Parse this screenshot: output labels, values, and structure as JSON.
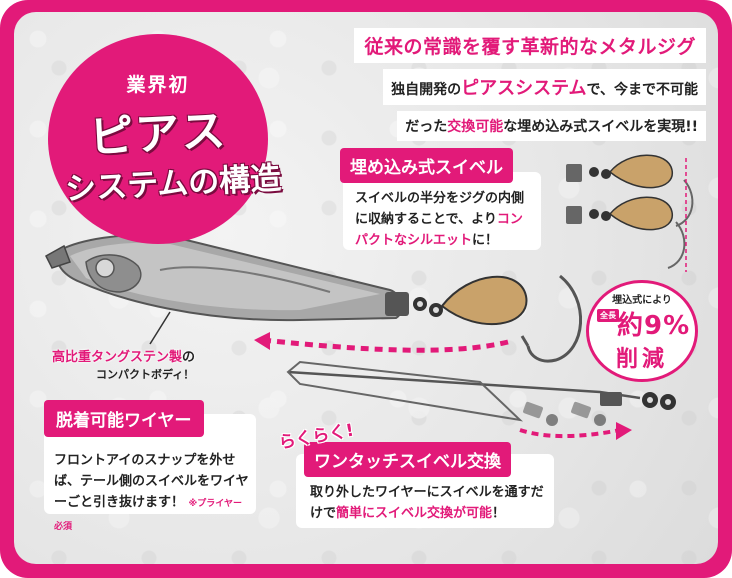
{
  "headline": {
    "line1": "従来の常識を覆す革新的なメタルジグ",
    "line2_pre": "独自開発の",
    "line2_hl": "ピアスシステム",
    "line2_post": "で、今まで不可能",
    "line3_pre": "だった",
    "line3_hl": "交換可能",
    "line3_post": "な埋め込み式スイベルを実現!!"
  },
  "circle": {
    "top": "業界初",
    "big1": "ピアス",
    "big2": "システムの構造"
  },
  "swivel_section": {
    "tag": "埋め込み式スイベル",
    "text_pre": "スイベルの半分をジグの内側に収納することで、より",
    "text_hl": "コンパクトなシルエット",
    "text_post": "に！"
  },
  "body_note": {
    "line1": "高比重タングステン製",
    "line1_suffix": "の",
    "line2": "コンパクトボディ！"
  },
  "wire_section": {
    "tag": "脱着可能ワイヤー",
    "text": "フロントアイのスナップを外せば、テール側のスイベルをワイヤーごと引き抜けます！",
    "small": "※プライヤー必須"
  },
  "touch_section": {
    "raku": "らくらく!",
    "tag": "ワンタッチスイベル交換",
    "text_pre": "取り外したワイヤーにスイベルを通すだけで",
    "text_hl": "簡単にスイベル交換が可能",
    "text_post": "！"
  },
  "badge": {
    "line1": "埋込式により",
    "label": "全長",
    "value": "約9%",
    "line3": "削減"
  },
  "colors": {
    "accent": "#e21a79",
    "jig": "#9a9a9a",
    "blade": "#c9a26a"
  }
}
